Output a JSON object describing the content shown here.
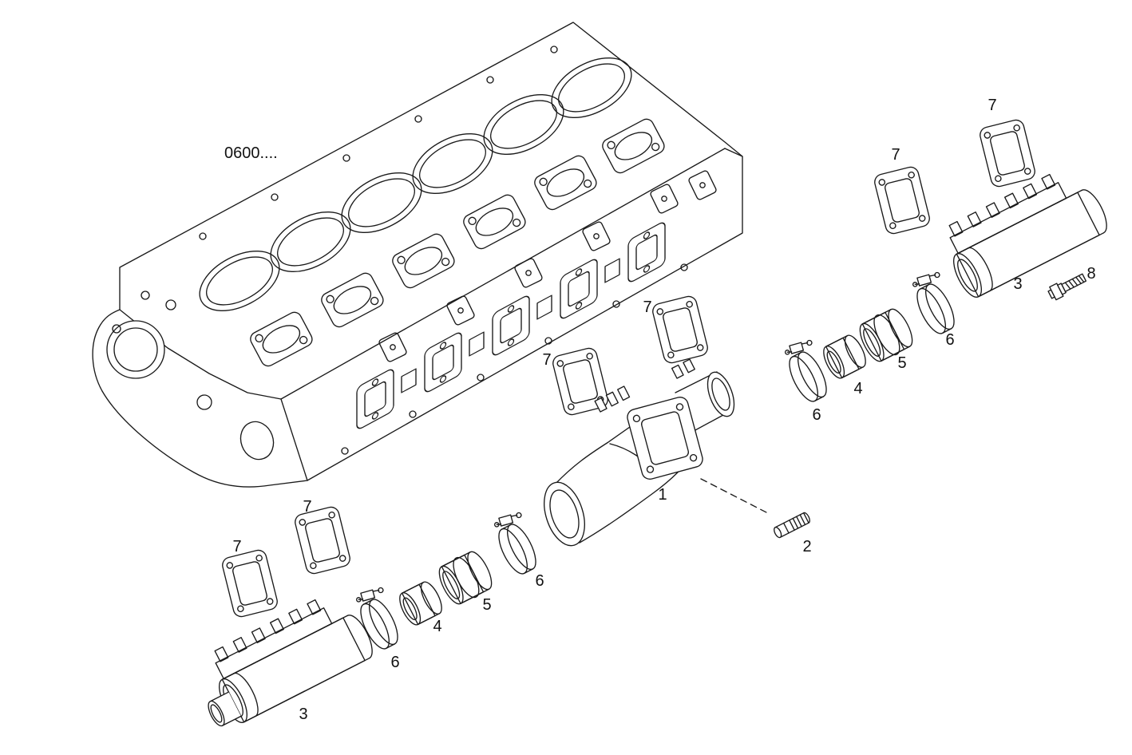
{
  "colors": {
    "background": "#ffffff",
    "line": "#1a1a1a",
    "text": "#111111"
  },
  "diagram": {
    "code": "0600....",
    "callouts": [
      "7",
      "7",
      "3",
      "8",
      "6",
      "5",
      "4",
      "6",
      "7",
      "7",
      "1",
      "2",
      "6",
      "5",
      "4",
      "6",
      "7",
      "7",
      "3"
    ]
  }
}
